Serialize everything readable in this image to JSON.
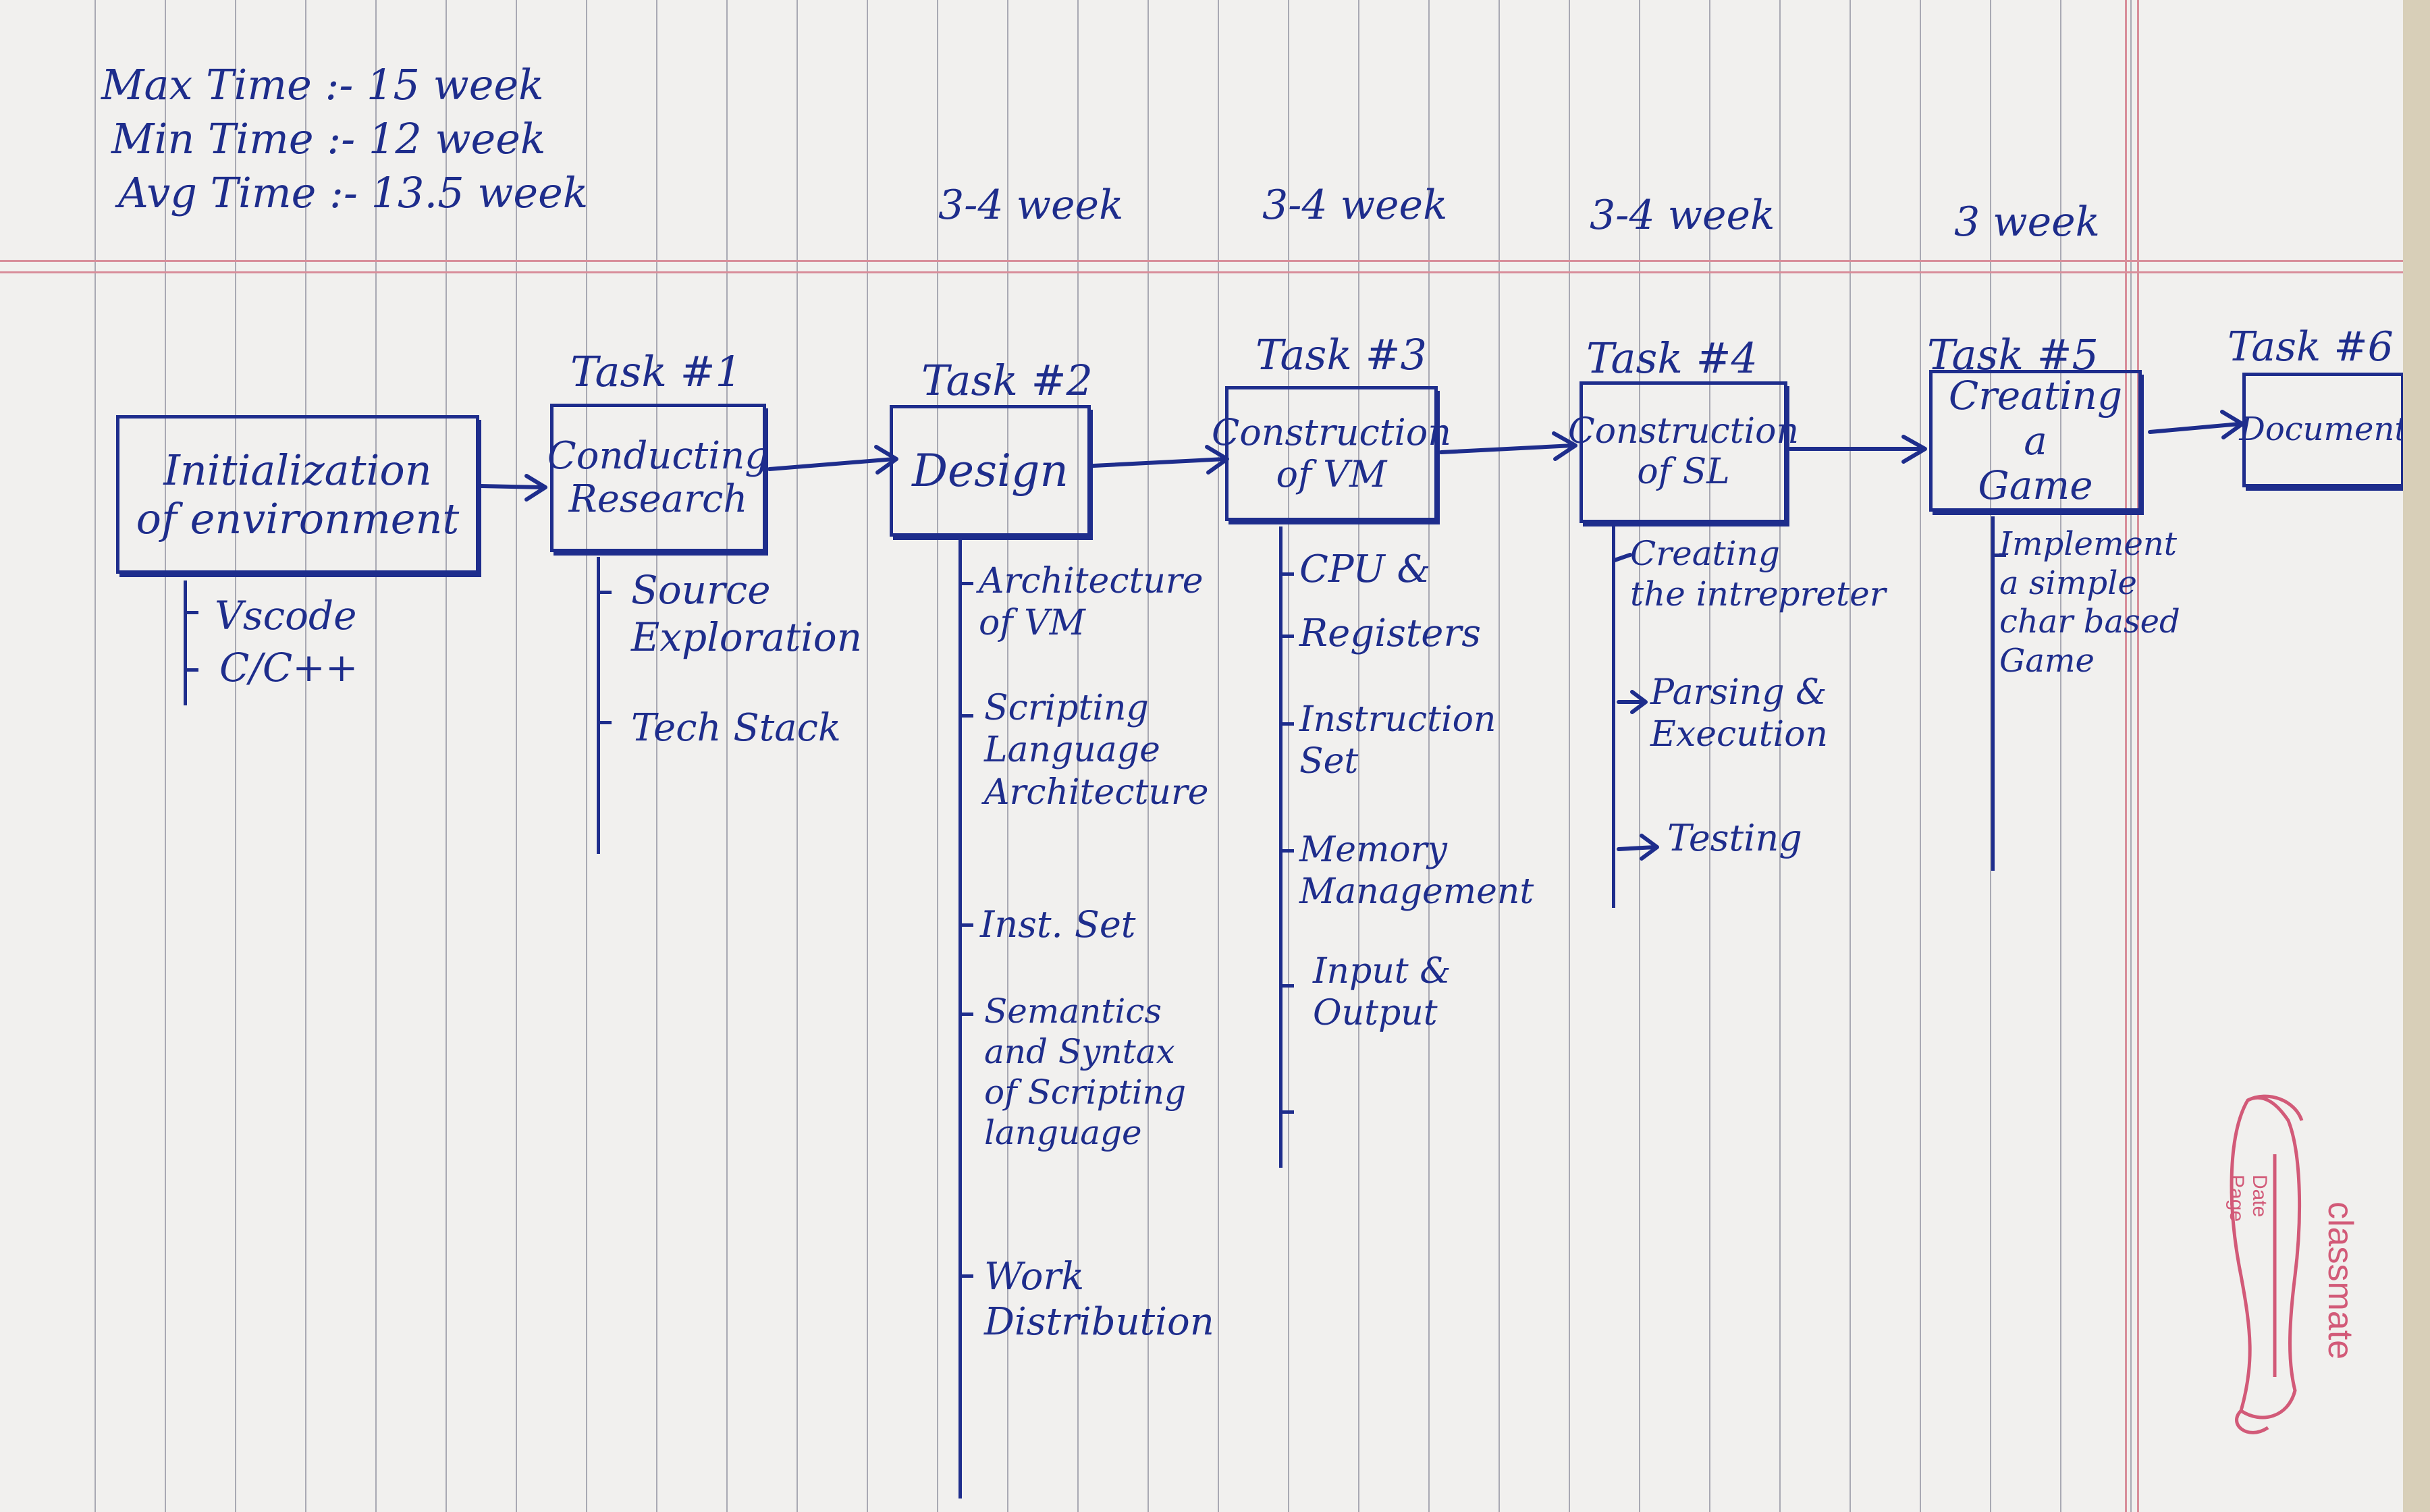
{
  "header": {
    "max_time": "Max Time :- 15 week",
    "min_time": "Min Time :- 12 week",
    "avg_time": "Avg Time :- 13.5 week"
  },
  "durations": [
    "3-4 week",
    "3-4 week",
    "3-4 week",
    "3 week"
  ],
  "start": {
    "label": "Initialization\nof environment",
    "items": [
      "Vscode",
      "C/C++"
    ]
  },
  "tasks": [
    {
      "id": "Task #1",
      "label": "Conducting\nResearch",
      "items": [
        "Source\nExploration",
        "Tech Stack"
      ]
    },
    {
      "id": "Task #2",
      "label": "Design",
      "items": [
        "Architecture\nof VM",
        "Scripting\nLanguage\nArchitecture",
        "Inst. Set",
        "Semantics\nand Syntax\nof Scripting\nlanguage",
        "Work\nDistribution"
      ]
    },
    {
      "id": "Task #3",
      "label": "Construction\nof VM",
      "items": [
        "CPU &",
        "Registers",
        "Instruction\nSet",
        "Memory\nManagement",
        "Input &\nOutput"
      ]
    },
    {
      "id": "Task #4",
      "label": "Construction\nof SL",
      "items": [
        "Creating\nthe intrepreter",
        "Parsing &\nExecution",
        "Testing"
      ]
    },
    {
      "id": "Task #5",
      "label": "Creating a\nGame",
      "items": [
        "Implement\na simple\nchar based\nGame"
      ]
    },
    {
      "id": "Task #6",
      "label": "Document"
    }
  ],
  "stamp": {
    "brand": "classmate",
    "date_label": "Date",
    "page_label": "Page"
  },
  "colors": {
    "ink": "#1e2d8c",
    "rule_red": "#d88e9a",
    "rule_grey": "#9c9ca8",
    "paper": "#f1f0ee"
  }
}
